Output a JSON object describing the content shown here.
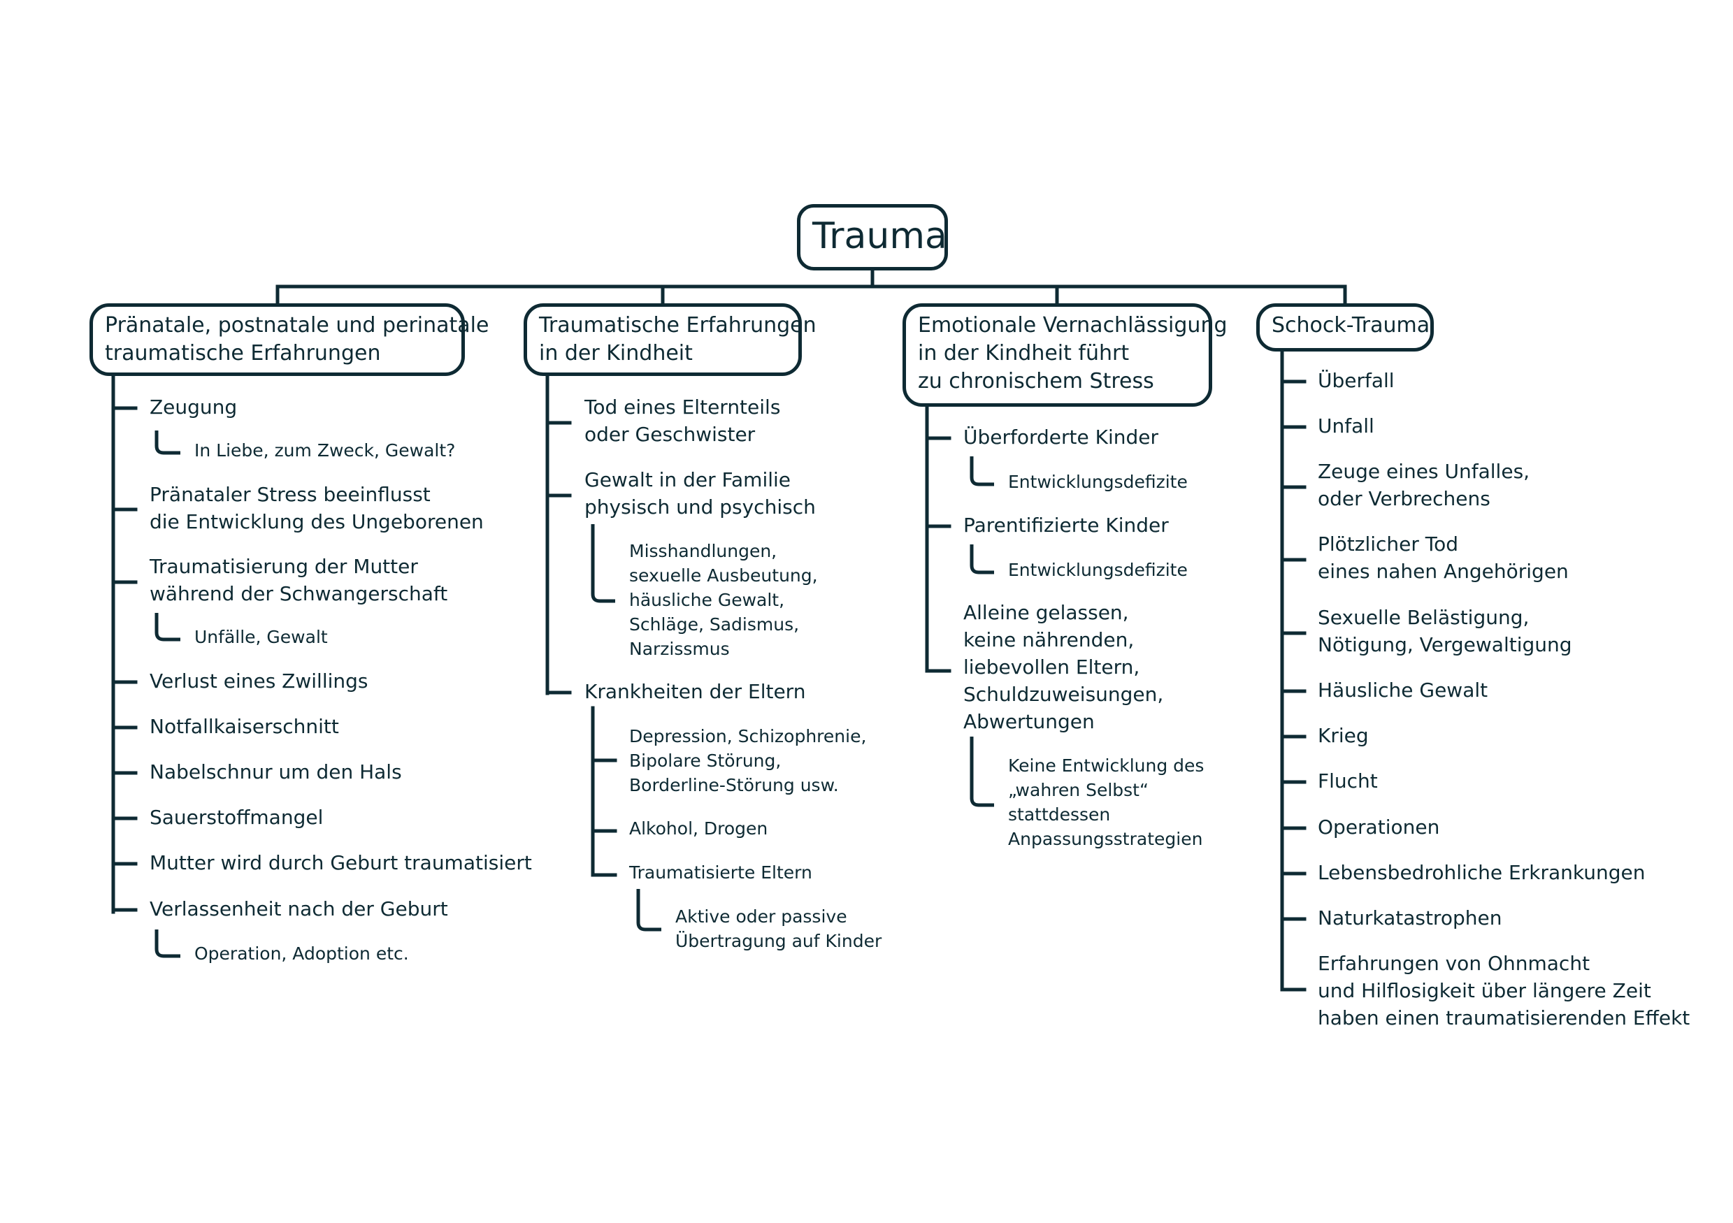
{
  "colors": {
    "ink": "#0e2a33",
    "background": "#ffffff"
  },
  "root": {
    "label": "Trauma"
  },
  "categories": [
    {
      "label": "Pränatale, postnatale und perinatale\ntraumatische Erfahrungen",
      "items": [
        {
          "label": "Zeugung",
          "children": [
            {
              "label": "In Liebe, zum Zweck, Gewalt?"
            }
          ]
        },
        {
          "label": "Pränataler Stress beeinflusst\ndie Entwicklung des Ungeborenen"
        },
        {
          "label": "Traumatisierung der Mutter\nwährend der Schwangerschaft",
          "children": [
            {
              "label": "Unfälle, Gewalt"
            }
          ]
        },
        {
          "label": "Verlust eines Zwillings"
        },
        {
          "label": "Notfallkaiserschnitt"
        },
        {
          "label": "Nabelschnur um den Hals"
        },
        {
          "label": "Sauerstoffmangel"
        },
        {
          "label": "Mutter wird durch Geburt traumatisiert"
        },
        {
          "label": "Verlassenheit nach der Geburt",
          "children": [
            {
              "label": "Operation, Adoption etc."
            }
          ]
        }
      ]
    },
    {
      "label": "Traumatische Erfahrungen\nin der Kindheit",
      "items": [
        {
          "label": "Tod eines Elternteils\noder Geschwister"
        },
        {
          "label": "Gewalt in der Familie\nphysisch und psychisch",
          "children": [
            {
              "label": "Misshandlungen,\nsexuelle Ausbeutung,\nhäusliche Gewalt,\nSchläge, Sadismus,\nNarzissmus"
            }
          ]
        },
        {
          "label": "Krankheiten der Eltern",
          "children": [
            {
              "label": "Depression, Schizophrenie,\nBipolare Störung,\nBorderline-Störung usw."
            },
            {
              "label": "Alkohol, Drogen"
            },
            {
              "label": "Traumatisierte Eltern",
              "children": [
                {
                  "label": "Aktive oder passive\nÜbertragung auf Kinder"
                }
              ]
            }
          ]
        }
      ]
    },
    {
      "label": "Emotionale Vernachlässigung\nin der Kindheit führt\nzu chronischem Stress",
      "items": [
        {
          "label": "Überforderte Kinder",
          "children": [
            {
              "label": "Entwicklungsdefizite"
            }
          ]
        },
        {
          "label": "Parentifizierte Kinder",
          "children": [
            {
              "label": "Entwicklungsdefizite"
            }
          ]
        },
        {
          "label": "Alleine gelassen,\nkeine nährenden,\nliebevollen Eltern,\nSchuldzuweisungen,\nAbwertungen",
          "children": [
            {
              "label": "Keine Entwicklung des\n„wahren Selbst“\nstattdessen\nAnpassungsstrategien"
            }
          ]
        }
      ]
    },
    {
      "label": "Schock-Trauma",
      "items": [
        {
          "label": "Überfall"
        },
        {
          "label": "Unfall"
        },
        {
          "label": "Zeuge eines Unfalles,\noder Verbrechens"
        },
        {
          "label": "Plötzlicher Tod\neines nahen Angehörigen"
        },
        {
          "label": "Sexuelle Belästigung,\nNötigung, Vergewaltigung"
        },
        {
          "label": "Häusliche Gewalt"
        },
        {
          "label": "Krieg"
        },
        {
          "label": "Flucht"
        },
        {
          "label": "Operationen"
        },
        {
          "label": "Lebensbedrohliche Erkrankungen"
        },
        {
          "label": "Naturkatastrophen"
        },
        {
          "label": "Erfahrungen von Ohnmacht\nund Hilflosigkeit über längere Zeit\nhaben einen traumatisierenden Effekt"
        }
      ]
    }
  ]
}
